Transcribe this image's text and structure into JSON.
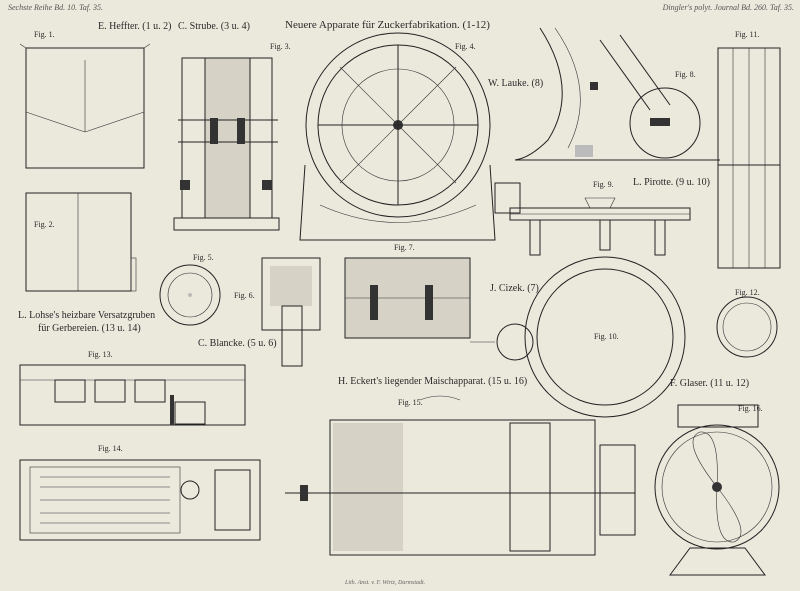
{
  "header": {
    "left": "Sechste Reihe Bd. 10. Taf. 35.",
    "right": "Dingler's polyt. Journal Bd. 260. Taf. 35."
  },
  "title": "Neuere Apparate für Zuckerfabrikation. (1-12)",
  "captions": {
    "heffter": "E. Heffter. (1 u. 2)",
    "strube": "C. Strube. (3 u. 4)",
    "lauke": "W. Lauke. (8)",
    "pirotte": "L. Pirotte. (9 u. 10)",
    "blancke": "C. Blancke. (5 u. 6)",
    "cizek": "J. Cizek. (7)",
    "lohse_1": "L. Lohse's heizbare Versatzgruben",
    "lohse_2": "für Gerbereien. (13 u. 14)",
    "eckert": "H. Eckert's liegender Maischapparat. (15 u. 16)",
    "glaser": "F. Glaser. (11 u. 12)"
  },
  "figures": {
    "f1": "Fig. 1.",
    "f2": "Fig. 2.",
    "f3": "Fig. 3.",
    "f4": "Fig. 4.",
    "f5": "Fig. 5.",
    "f6": "Fig. 6.",
    "f7": "Fig. 7.",
    "f8": "Fig. 8.",
    "f9": "Fig. 9.",
    "f10": "Fig. 10.",
    "f11": "Fig. 11.",
    "f12": "Fig. 12.",
    "f13": "Fig. 13.",
    "f14": "Fig. 14.",
    "f15": "Fig. 15.",
    "f16": "Fig. 16."
  },
  "footer": "Lith. Anst. v. F. Wirtz, Darmstadt."
}
